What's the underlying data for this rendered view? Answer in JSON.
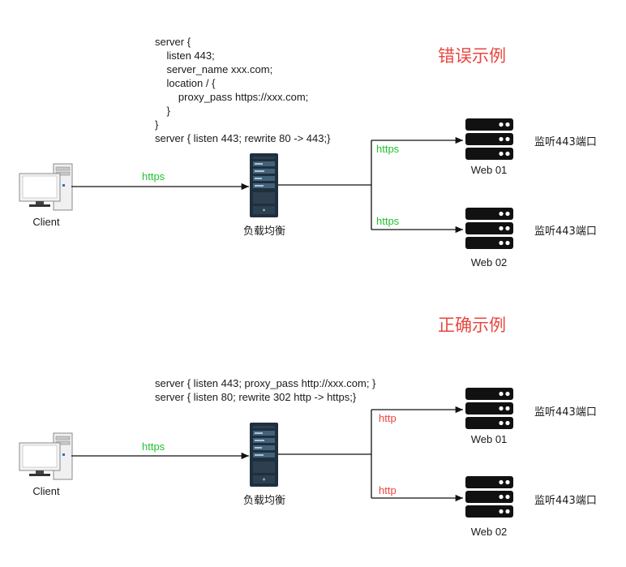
{
  "wrong_example": {
    "title": "错误示例",
    "code": [
      "server {",
      "    listen 443;",
      "    server_name xxx.com;",
      "    location / {",
      "        proxy_pass https://xxx.com;",
      "    }",
      "}",
      "server { listen 443; rewrite 80 -> 443;}"
    ],
    "client_label": "Client",
    "client_link_protocol": "https",
    "lb_label": "负载均衡",
    "web01_link_protocol": "https",
    "web02_link_protocol": "https",
    "web01_label": "Web 01",
    "web02_label": "Web 02",
    "web01_note": "监听443端口",
    "web02_note": "监听443端口"
  },
  "correct_example": {
    "title": "正确示例",
    "code": [
      "server { listen 443; proxy_pass http://xxx.com; }",
      "server { listen 80; rewrite 302 http -> https;}"
    ],
    "client_label": "Client",
    "client_link_protocol": "https",
    "lb_label": "负载均衡",
    "web01_link_protocol": "http",
    "web02_link_protocol": "http",
    "web01_label": "Web 01",
    "web02_label": "Web 02",
    "web01_note": "监听443端口",
    "web02_note": "监听443端口"
  },
  "colors": {
    "title": "#e8463f",
    "https_label": "#22c232",
    "http_label": "#e8463f",
    "server_icon": "#111111",
    "lb_body": "#1f2f3d"
  },
  "icons": [
    "computer-icon",
    "load-balancer-icon",
    "server-rack-icon"
  ]
}
